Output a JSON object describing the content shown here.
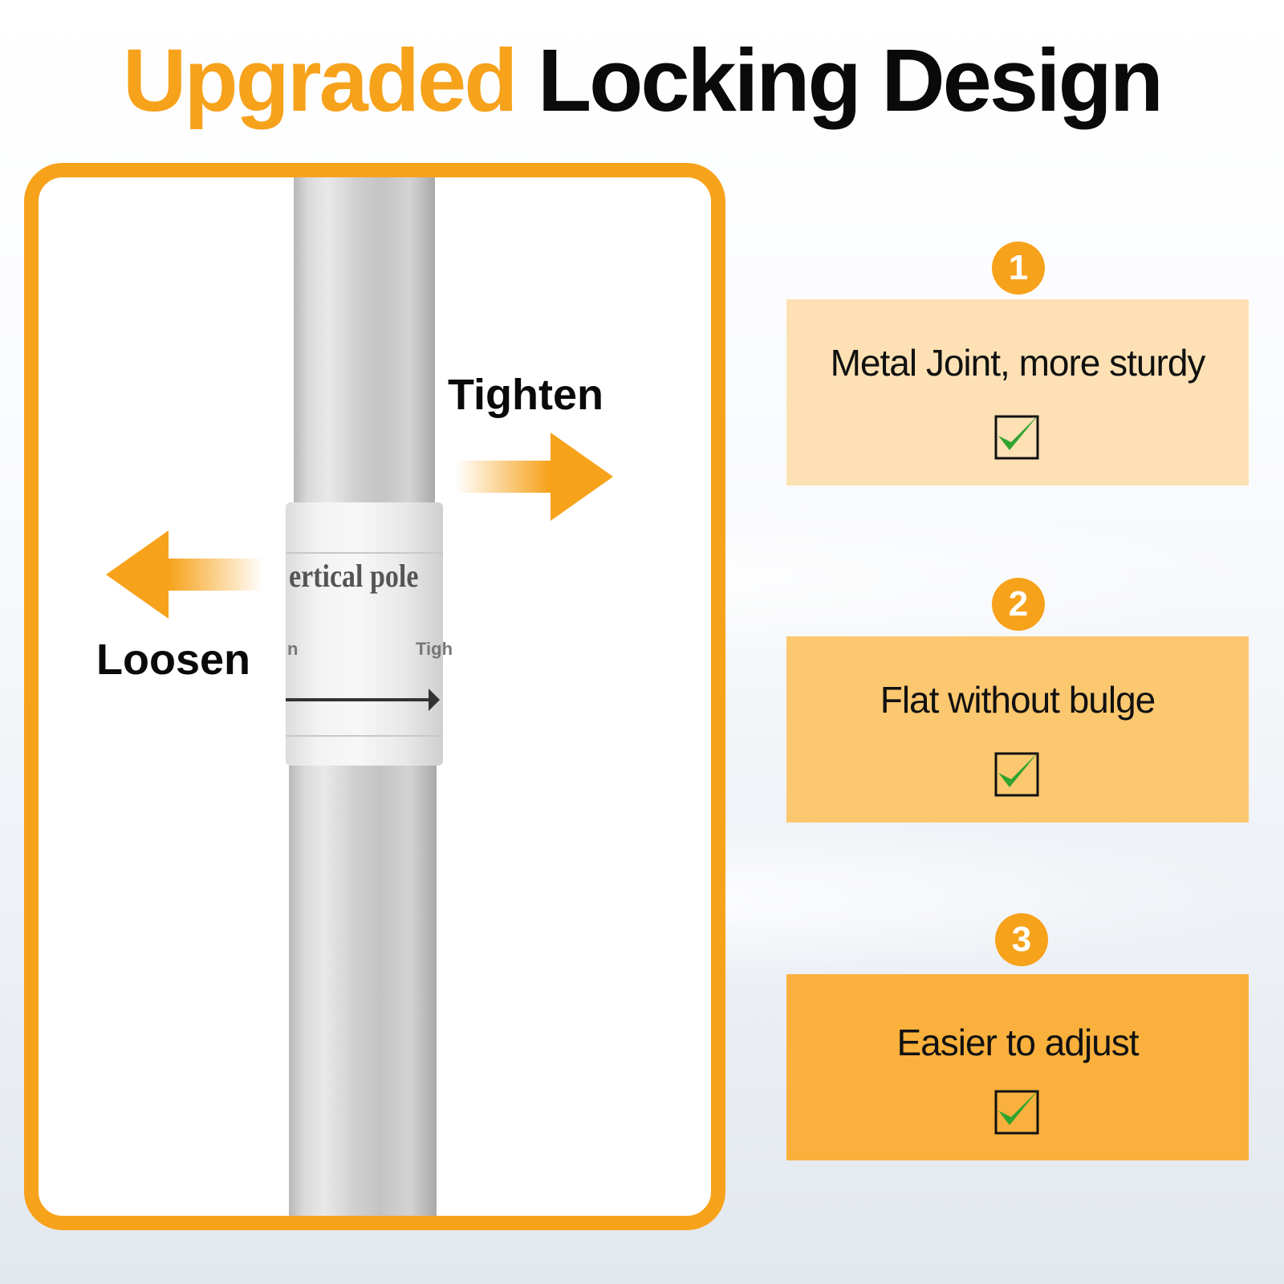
{
  "title": {
    "highlight": "Upgraded",
    "rest": "Locking Design"
  },
  "illustration": {
    "tighten_label": "Tighten",
    "loosen_label": "Loosen",
    "sleeve_label": "ertical pole",
    "sleeve_small_left": "n",
    "sleeve_small_right": "Tigh"
  },
  "features": [
    {
      "number": "1",
      "text": "Metal Joint, more sturdy",
      "icon": "checked-box-icon"
    },
    {
      "number": "2",
      "text": "Flat without bulge",
      "icon": "checked-box-icon"
    },
    {
      "number": "3",
      "text": "Easier to adjust",
      "icon": "checked-box-icon"
    }
  ],
  "colors": {
    "accent": "#f7a21b",
    "feature_1_bg": "#fde1b4",
    "feature_2_bg": "#fcc86f",
    "feature_3_bg": "#f9b03c",
    "check": "#2fa32f"
  }
}
